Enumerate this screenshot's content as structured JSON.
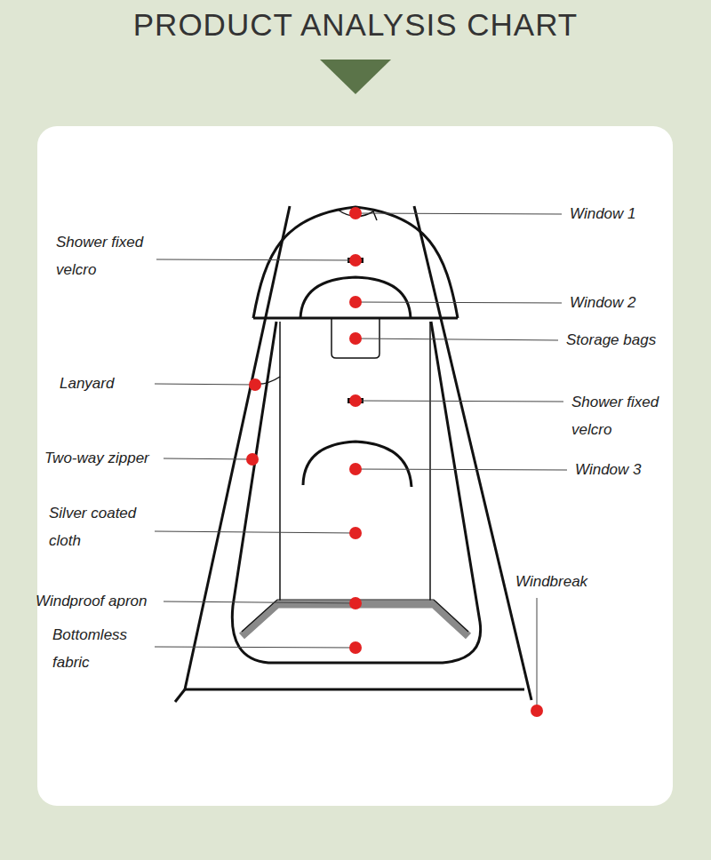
{
  "diagram": {
    "title": "PRODUCT ANALYSIS CHART",
    "labels": [
      "Window 1",
      "Shower fixed velcro",
      "Window 2",
      "Storage bags",
      "Lanyard",
      "Shower fixed velcro",
      "Two-way zipper",
      "Window 3",
      "Silver coated cloth",
      "Windproof apron",
      "Windbreak",
      "Bottomless fabric"
    ]
  }
}
